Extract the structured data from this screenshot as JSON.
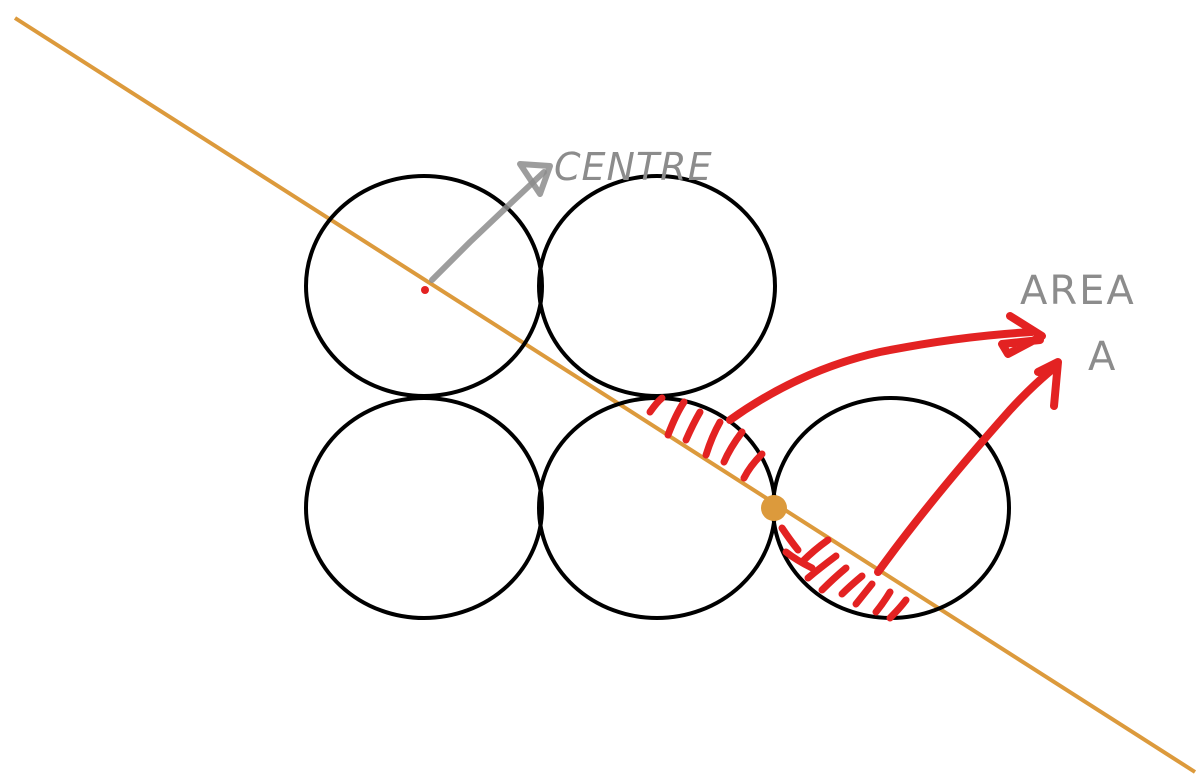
{
  "labels": {
    "centre": "CENTRE",
    "area_line1": "AREA",
    "area_line2": "A"
  },
  "colors": {
    "circle_stroke": "#000000",
    "line": "#dc9a3c",
    "highlight": "#e32222",
    "label": "#8c8c8c",
    "center_dot": "#e32222",
    "tangent_point": "#dc9a3c"
  },
  "icons": {
    "centre_arrow": "arrow-up-right-icon",
    "area_arrows": "curved-arrow-icon"
  }
}
